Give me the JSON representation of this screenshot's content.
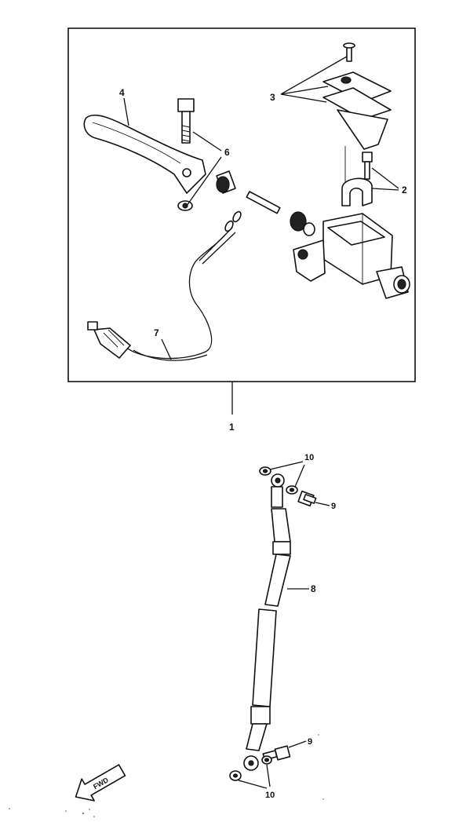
{
  "callouts": {
    "c1": "1",
    "c2": "2",
    "c3": "3",
    "c4": "4",
    "c6": "6",
    "c7": "7",
    "c8": "8",
    "c9a": "9",
    "c9b": "9",
    "c10a": "10",
    "c10b": "10"
  },
  "fwd_label": "FWD"
}
